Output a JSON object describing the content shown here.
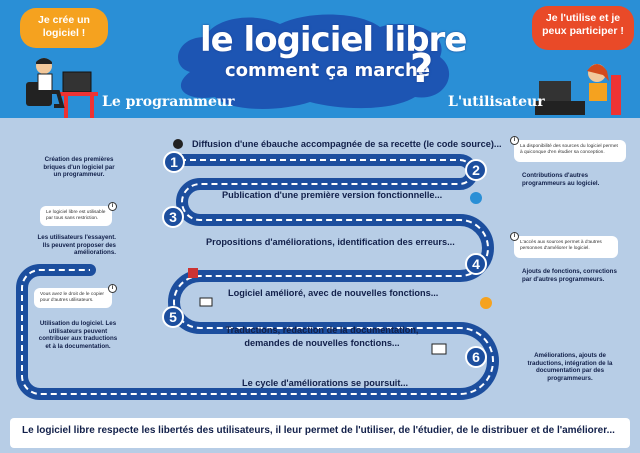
{
  "header": {
    "title_line1": "le logiciel libre",
    "title_line2": "comment ça marche",
    "title_mark": "?",
    "bubble_left": "Je crée un logiciel !",
    "bubble_right": "Je l'utilise et je peux participer !",
    "role_left": "Le programmeur",
    "role_right": "L'utilisateur"
  },
  "steps": [
    {
      "number": "1",
      "label": "Diffusion d'une ébauche accompagnée de sa recette (le code source)..."
    },
    {
      "number": "2",
      "label": "Publication d'une première version fonctionnelle..."
    },
    {
      "number": "3",
      "label": "Propositions d'améliorations, identification des erreurs..."
    },
    {
      "number": "4",
      "label": "Logiciel amélioré, avec de nouvelles fonctions..."
    },
    {
      "number": "5",
      "label": "Traductions, rédaction de la documentation, demandes de nouvelles fonctions..."
    },
    {
      "number": "6",
      "label": "Le cycle d'améliorations se poursuit..."
    }
  ],
  "left_texts": {
    "t1": "Création des premières briques d'un logiciel par un programmeur.",
    "t2": "Les utilisateurs l'essayent. Ils peuvent proposer des améliorations.",
    "t3": "Utilisation du logiciel. Les utilisateurs peuvent contribuer aux traductions et à la documentation."
  },
  "right_texts": {
    "t1": "Contributions d'autres programmeurs au logiciel.",
    "t2": "Ajouts de fonctions, corrections par d'autres programmeurs.",
    "t3": "Améliorations, ajouts de traductions, intégration de la documentation par des programmeurs."
  },
  "notes": {
    "n1": "La disponibilité des sources du logiciel permet à quiconque d'en étudier sa conception.",
    "n2": "Le logiciel libre est utilisable par tous sans restriction.",
    "n3": "L'accès aux sources permet à d'autres personnes d'améliorer le logiciel.",
    "n4": "Vous avez le droit de le copier pour d'autres utilisateurs."
  },
  "info_symbol": "i",
  "footer": "Le logiciel libre respecte les libertés des utilisateurs, il leur permet de l'utiliser, de l'étudier, de le distribuer et de l'améliorer...",
  "colors": {
    "header": "#2a8fd6",
    "background": "#b7cde6",
    "path": "#1c4e9e",
    "path_light": "#ffffff",
    "accent_orange": "#f5a21f",
    "accent_red": "#e94a28"
  }
}
